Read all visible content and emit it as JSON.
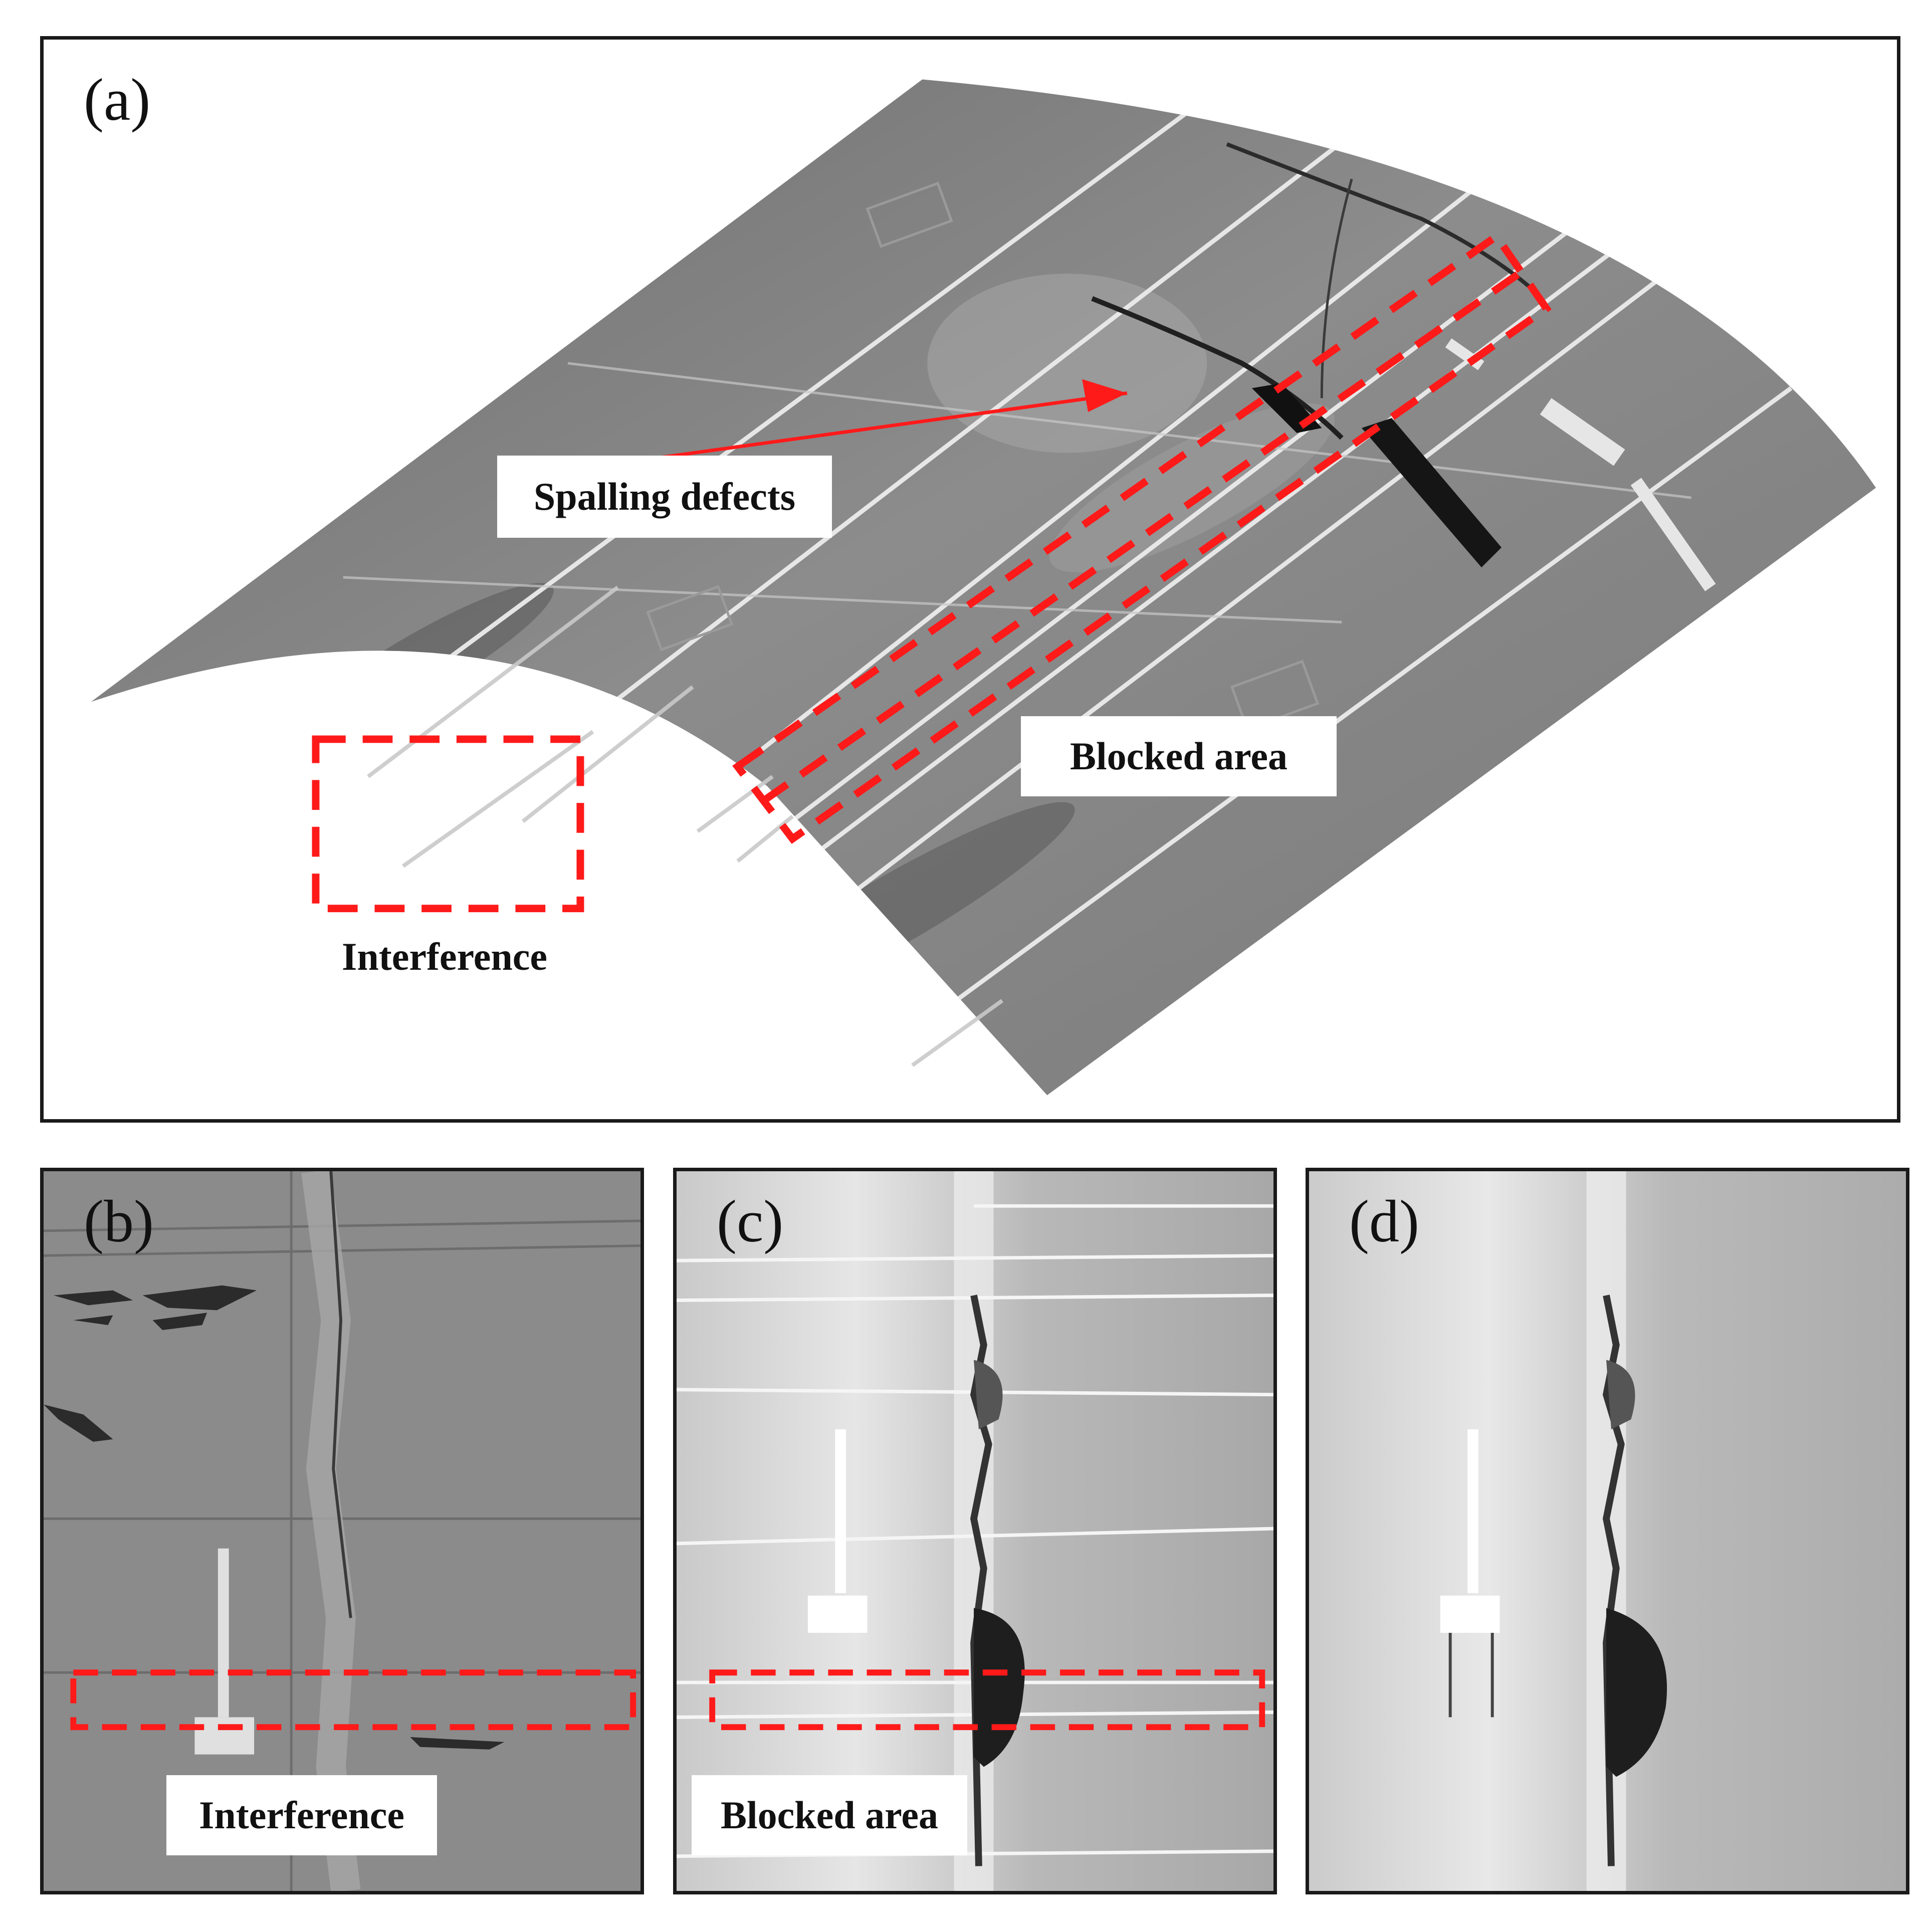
{
  "panels": {
    "a": {
      "label": "(a)"
    },
    "b": {
      "label": "(b)"
    },
    "c": {
      "label": "(c)"
    },
    "d": {
      "label": "(d)"
    }
  },
  "annotations": {
    "spalling_defects": "Spalling defects",
    "blocked_area": "Blocked area",
    "interference": "Interference",
    "interference_b": "Interference",
    "blocked_area_c": "Blocked area"
  },
  "colors": {
    "highlight_box": "#ff1a1a",
    "arrow": "#ff1a1a",
    "panel_border": "#1a1a1a",
    "surface_gray": "#858585"
  }
}
